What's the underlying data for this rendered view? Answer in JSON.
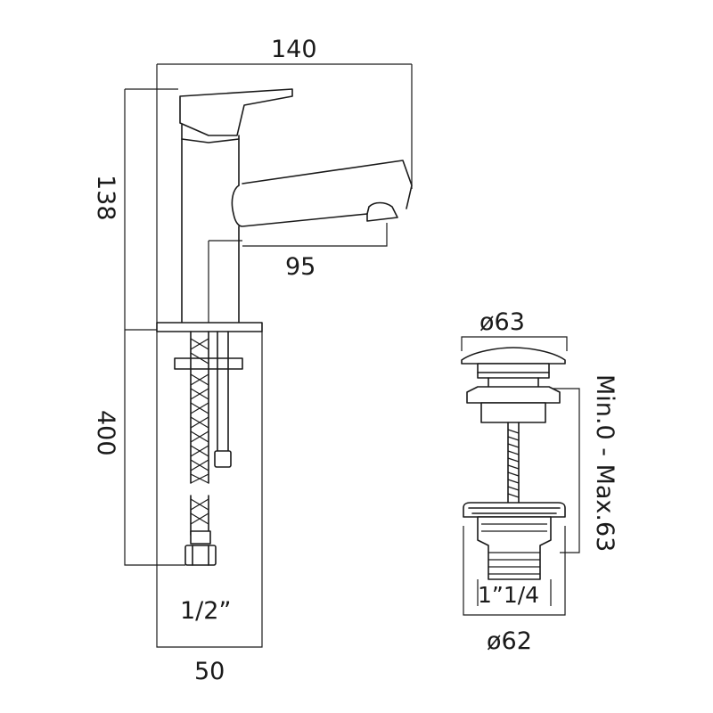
{
  "dimensions": {
    "tap_total_length": "140",
    "tap_height": "138",
    "spout_reach": "95",
    "hose_length": "400",
    "inlet_thread": "1/2”",
    "base_width": "50",
    "waste_cap_diameter": "ø63",
    "waste_thread": "1”1/4",
    "waste_body_diameter": "ø62",
    "waste_adjust_range": "Min.0 - Max.63"
  },
  "colors": {
    "line": "#1a1a1a",
    "background": "#ffffff"
  }
}
